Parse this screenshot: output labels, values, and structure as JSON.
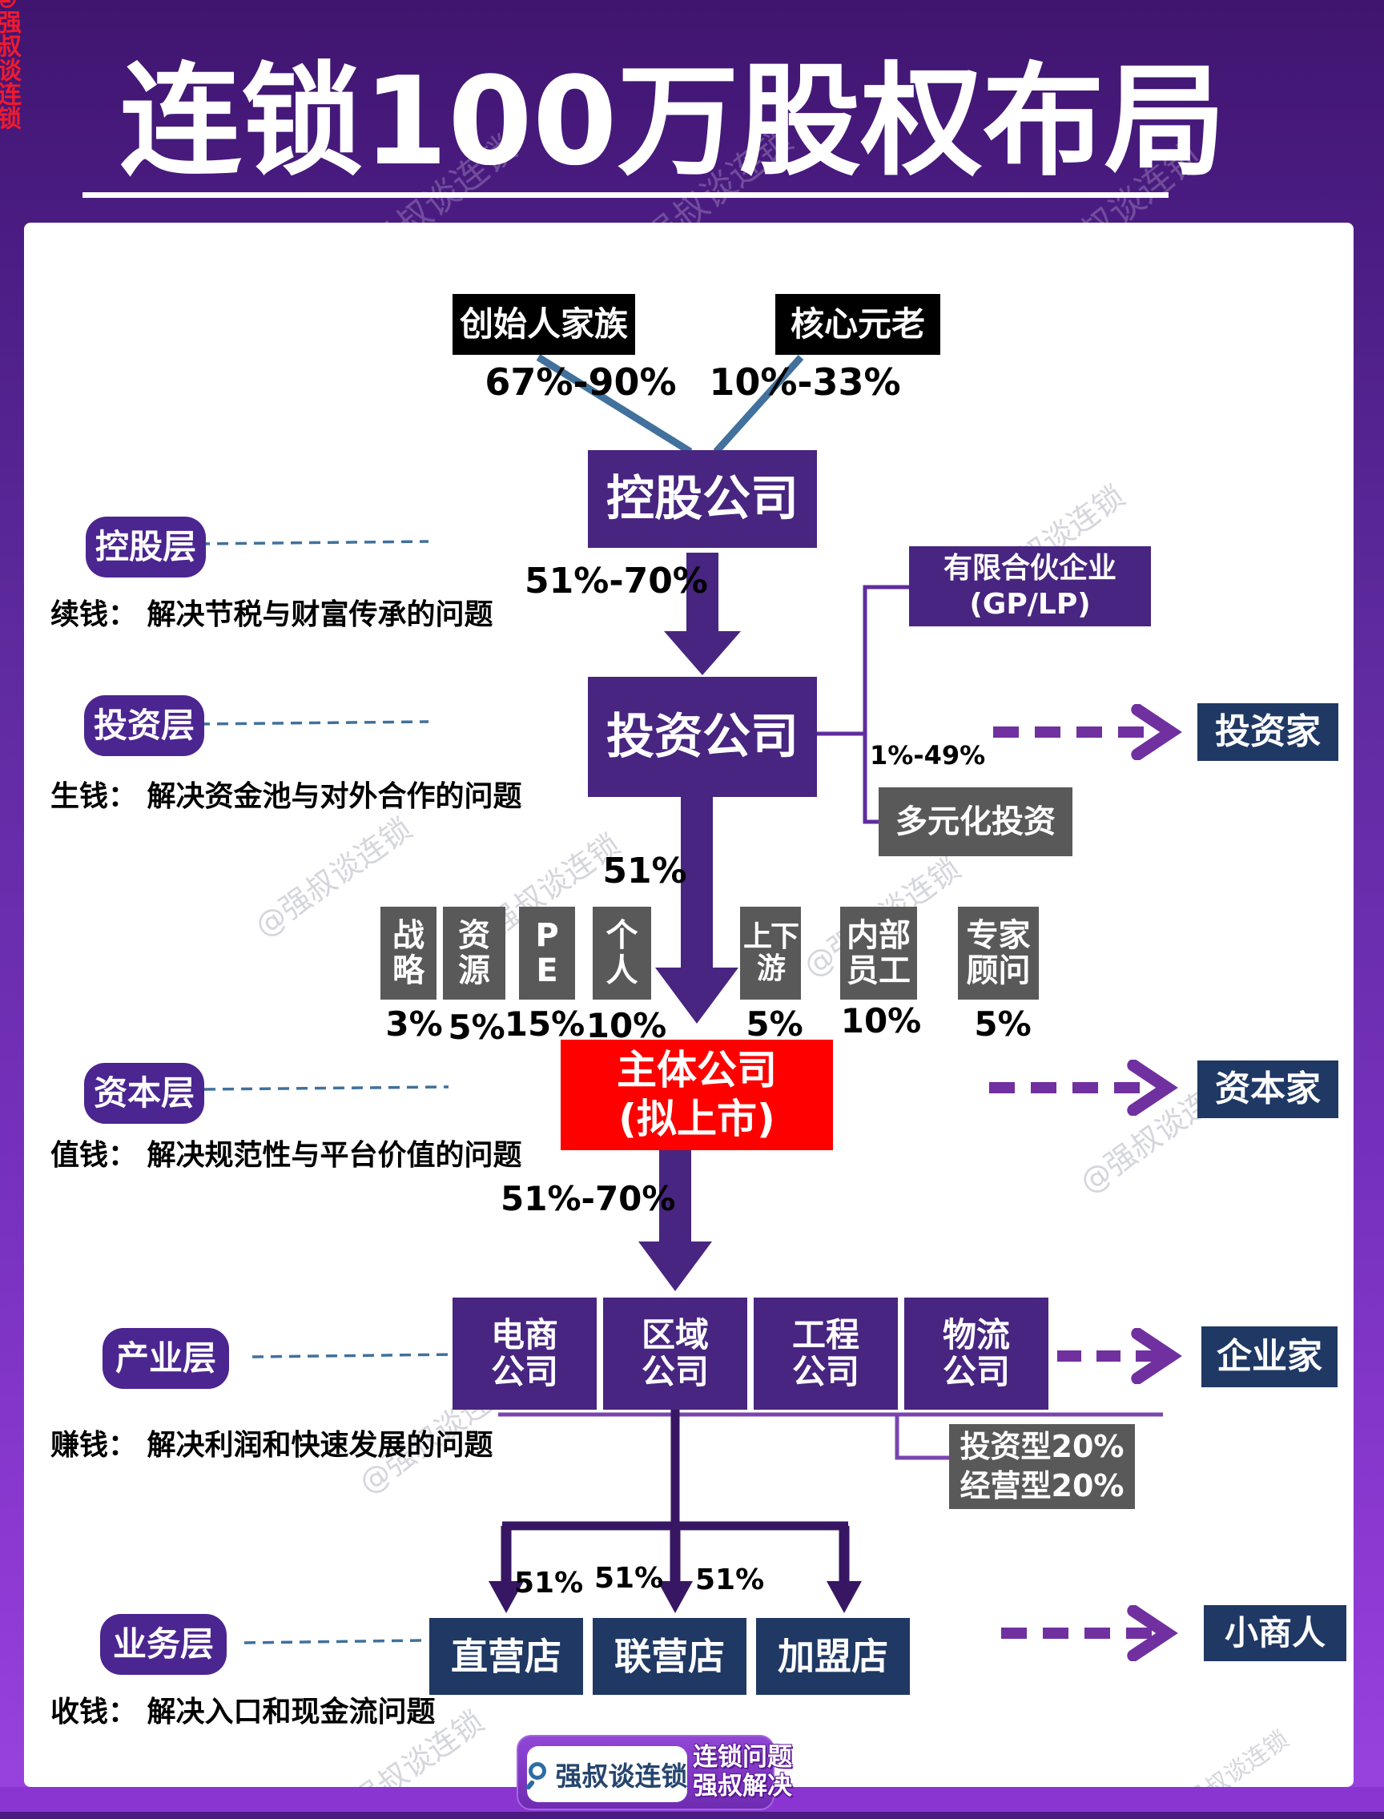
{
  "title": "连锁100万股权布局",
  "watermark_text": "@强叔谈连锁",
  "top": {
    "founder": {
      "label": "创始人家族",
      "pct": "67%-90%"
    },
    "elder": {
      "label": "核心元老",
      "pct": "10%-33%"
    }
  },
  "flow": {
    "holding": "控股公司",
    "holding_pct": "51%-70%",
    "invest": "投资公司",
    "invest_pct": "51%",
    "lp_line1": "有限合伙企业",
    "lp_line2": "(GP/LP)",
    "lp_pct": "1%-49%",
    "diversify": "多元化投资",
    "main_line1": "主体公司",
    "main_line2": "(拟上市)",
    "main_pct": "51%-70%",
    "note_line1": "投资型20%",
    "note_line2": "经营型20%"
  },
  "right_roles": {
    "investor": "投资家",
    "capitalist": "资本家",
    "entrepreneur": "企业家",
    "merchant": "小商人"
  },
  "gray_row": [
    {
      "l1": "战",
      "l2": "略",
      "pct": "3%"
    },
    {
      "l1": "资",
      "l2": "源",
      "pct": "5%"
    },
    {
      "l1": "P",
      "l2": "E",
      "pct": "15%"
    },
    {
      "l1": "个",
      "l2": "人",
      "pct": "10%"
    },
    {
      "l1": "上下",
      "l2": "游",
      "pct": "5%"
    },
    {
      "l1": "内部",
      "l2": "员工",
      "pct": "10%"
    },
    {
      "l1": "专家",
      "l2": "顾问",
      "pct": "5%"
    }
  ],
  "companies": [
    {
      "l1": "电商",
      "l2": "公司"
    },
    {
      "l1": "区域",
      "l2": "公司"
    },
    {
      "l1": "工程",
      "l2": "公司"
    },
    {
      "l1": "物流",
      "l2": "公司"
    }
  ],
  "stores": [
    "直营店",
    "联营店",
    "加盟店"
  ],
  "store_pcts": [
    "51%",
    "51%",
    "51%"
  ],
  "layers": [
    {
      "name": "控股层",
      "desc": "续钱： 解决节税与财富传承的问题"
    },
    {
      "name": "投资层",
      "desc": "生钱： 解决资金池与对外合作的问题"
    },
    {
      "name": "资本层",
      "desc": "值钱： 解决规范性与平台价值的问题"
    },
    {
      "name": "产业层",
      "desc": "赚钱： 解决利润和快速发展的问题"
    },
    {
      "name": "业务层",
      "desc": "收钱： 解决入口和现金流问题"
    }
  ],
  "footer": {
    "brand": "强叔谈连锁",
    "slogan_line1": "连锁问题",
    "slogan_line2": "强叔解决"
  },
  "colors": {
    "purple": "#482580",
    "navy": "#1f3864",
    "gray": "#595959",
    "red": "#fe0000",
    "line_blue": "#41719c",
    "dash_purple": "#7030a0",
    "bg_purple": "#5e2a9e"
  }
}
